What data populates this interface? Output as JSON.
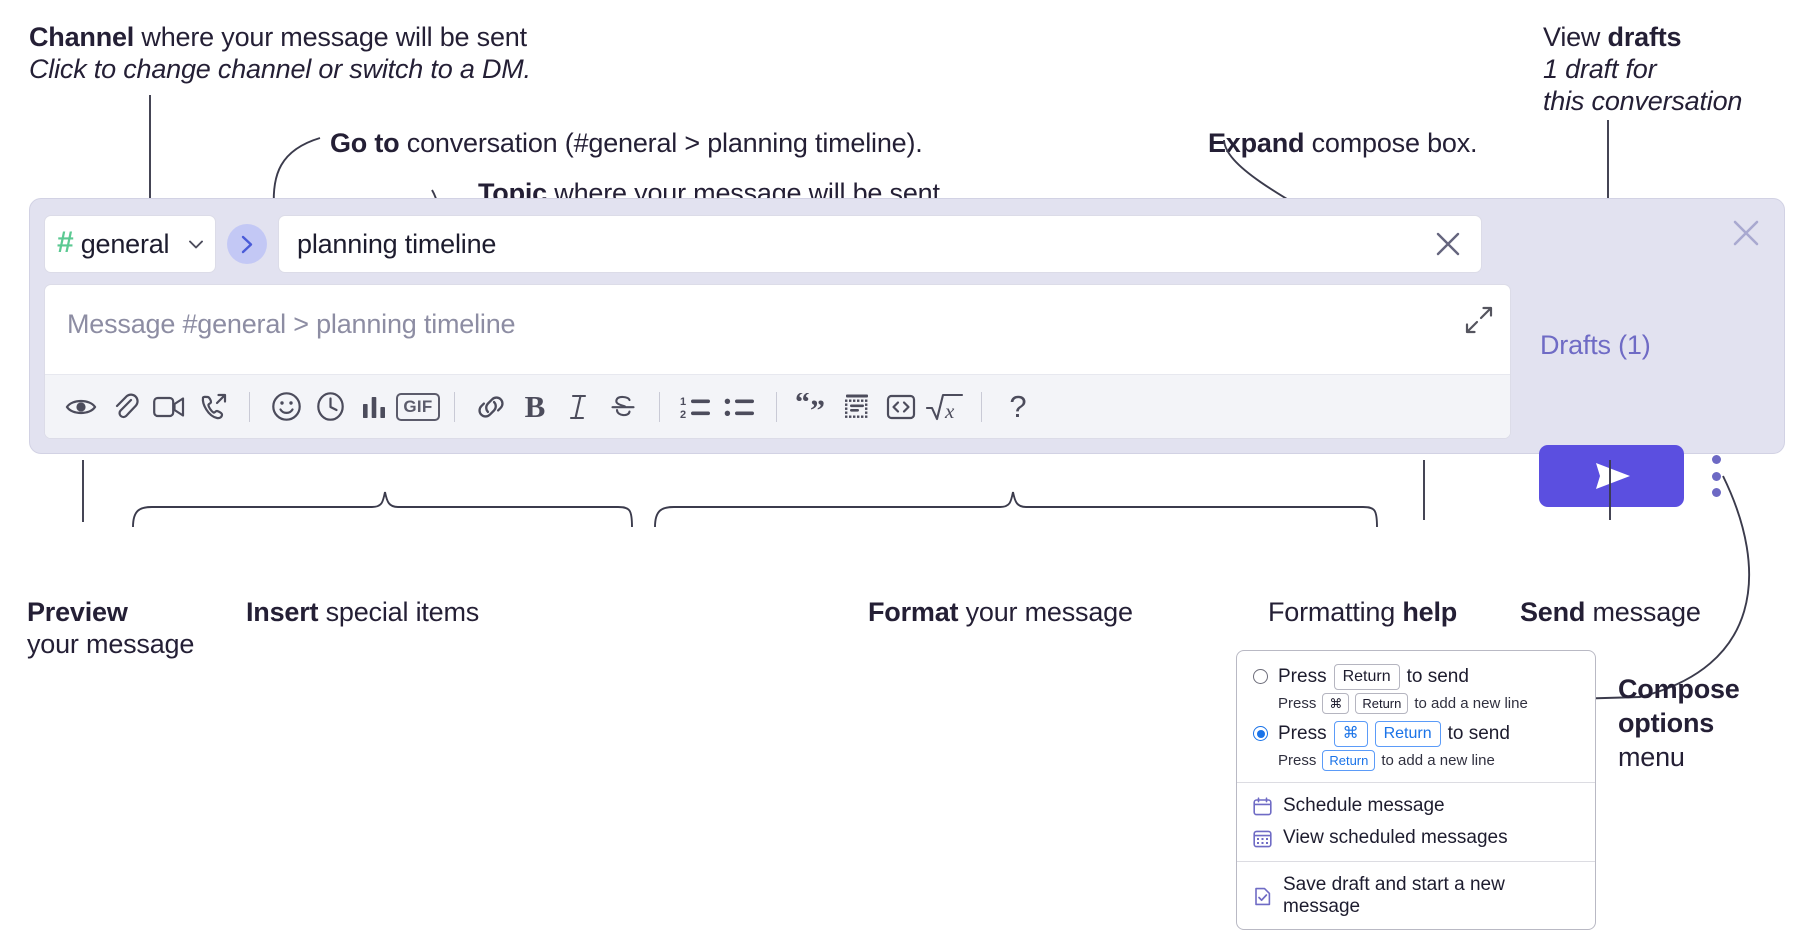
{
  "annotations": {
    "channel": {
      "bold": "Channel",
      "rest": " where your message will be sent",
      "sub": "Click to change channel or switch to a DM."
    },
    "goto": {
      "bold": "Go to",
      "rest": " conversation (#general > planning timeline)."
    },
    "topic": {
      "bold": "Topic",
      "rest": " where your message will be sent"
    },
    "expand": {
      "bold": "Expand",
      "rest": " compose box."
    },
    "drafts": {
      "bold_lead": "View ",
      "bold": "drafts",
      "sub1": "1 draft for",
      "sub2": "this conversation"
    },
    "preview": {
      "bold": "Preview",
      "sub": "your message"
    },
    "insert": {
      "bold": "Insert",
      "rest": " special items"
    },
    "format": {
      "bold": "Format",
      "rest": " your message"
    },
    "help": {
      "lead": "Formatting ",
      "bold": "help"
    },
    "send": {
      "bold": "Send",
      "rest": " message"
    },
    "compose_options": {
      "bold1": "Compose",
      "bold2": "options",
      "rest": "menu"
    }
  },
  "compose": {
    "channel_chip": {
      "icon": "hash-icon",
      "name": "general",
      "chevron": "chevron-down-icon"
    },
    "goto_button_icon": "chevron-right-icon",
    "topic": {
      "value": "planning timeline",
      "clear_icon": "close-icon"
    },
    "message": {
      "placeholder": "Message #general > planning timeline",
      "value": ""
    },
    "expand_icon": "expand-icon",
    "panel_close_icon": "close-icon",
    "drafts_label": "Drafts (1)",
    "send_icon": "send-paper-plane-icon",
    "compose_menu_icon": "kebab-menu-icon",
    "accent_color": "#5b4fe0",
    "panel_bg": "#e2e2f0",
    "hash_color": "#5bc992",
    "drafts_color": "#6f6bc5"
  },
  "toolbar": {
    "items": [
      {
        "name": "preview-button",
        "icon": "eye-icon",
        "label": "Preview"
      },
      {
        "name": "attach-button",
        "icon": "paperclip-icon",
        "label": "Attach"
      },
      {
        "name": "video-clip-button",
        "icon": "video-camera-icon",
        "label": "Record video clip"
      },
      {
        "name": "audio-clip-button",
        "icon": "phone-arrow-icon",
        "label": "Record audio clip"
      },
      {
        "name": "emoji-button",
        "icon": "smiley-icon",
        "label": "Emoji"
      },
      {
        "name": "reminder-button",
        "icon": "clock-icon",
        "label": "Reminder"
      },
      {
        "name": "poll-button",
        "icon": "bar-chart-icon",
        "label": "Poll"
      },
      {
        "name": "gif-button",
        "icon": "gif-icon",
        "label": "GIF"
      },
      {
        "name": "link-button",
        "icon": "link-icon",
        "label": "Link"
      },
      {
        "name": "bold-button",
        "icon": "bold-icon",
        "label": "B"
      },
      {
        "name": "italic-button",
        "icon": "italic-icon",
        "label": "I"
      },
      {
        "name": "strikethrough-button",
        "icon": "strikethrough-icon",
        "label": "S"
      },
      {
        "name": "ordered-list-button",
        "icon": "ordered-list-icon",
        "label": "Ordered list"
      },
      {
        "name": "bulleted-list-button",
        "icon": "bulleted-list-icon",
        "label": "Bulleted list"
      },
      {
        "name": "blockquote-button",
        "icon": "quote-icon",
        "label": "Blockquote"
      },
      {
        "name": "code-block-button",
        "icon": "code-block-icon",
        "label": "Code block"
      },
      {
        "name": "inline-code-button",
        "icon": "angle-brackets-icon",
        "label": "Code"
      },
      {
        "name": "latex-button",
        "icon": "square-root-x-icon",
        "label": "LaTeX"
      },
      {
        "name": "formatting-help-button",
        "icon": "question-mark-icon",
        "label": "?"
      }
    ]
  },
  "compose_options_menu": {
    "options": [
      {
        "selected": false,
        "press": "Press",
        "keys": [
          "Return"
        ],
        "tail": "to send",
        "sub_press": "Press",
        "sub_keys": [
          "⌘",
          "Return"
        ],
        "sub_tail": "to add a new line"
      },
      {
        "selected": true,
        "press": "Press",
        "keys": [
          "⌘",
          "Return"
        ],
        "tail": "to send",
        "sub_press": "Press",
        "sub_keys": [
          "Return"
        ],
        "sub_tail": "to add a new line"
      }
    ],
    "items": [
      {
        "icon": "calendar-icon",
        "label": "Schedule message"
      },
      {
        "icon": "calendar-grid-icon",
        "label": "View scheduled messages"
      },
      {
        "icon": "file-check-icon",
        "label": "Save draft and start a new message"
      }
    ]
  }
}
